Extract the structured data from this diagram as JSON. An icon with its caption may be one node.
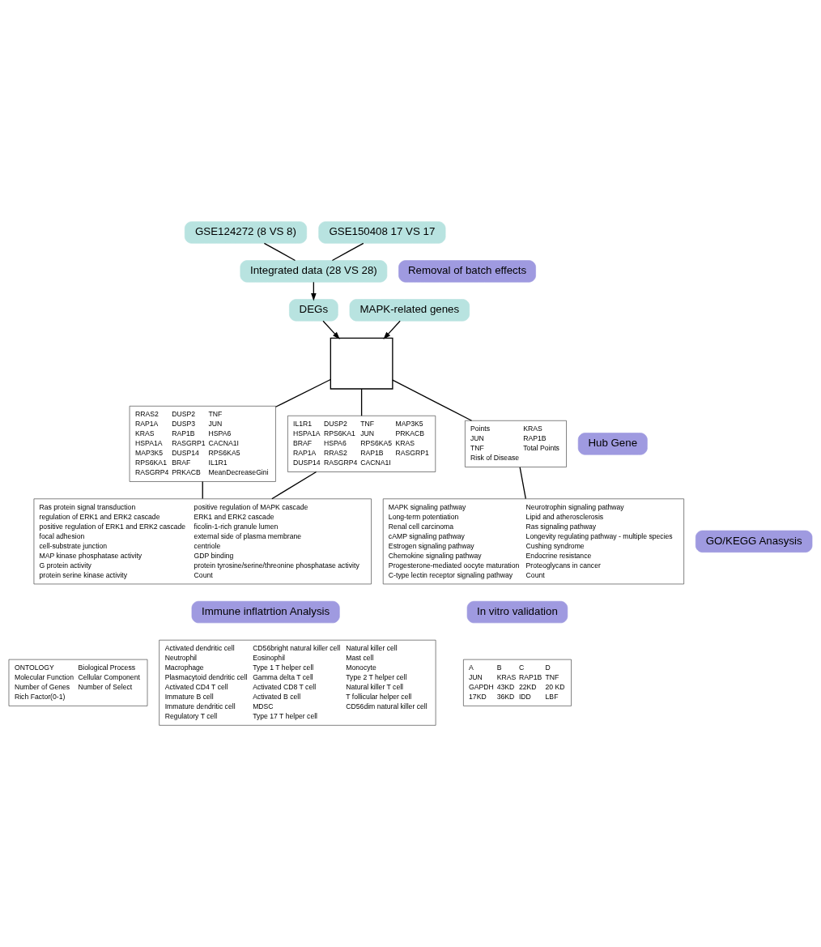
{
  "diagram": {
    "nodes": [
      {
        "text": [
          "GSE124272 (8 VS 8)"
        ]
      },
      {
        "text": [
          "GSE150408 17 VS 17"
        ]
      },
      {
        "text": [
          "Removal of batch effects"
        ]
      },
      {
        "text": [
          "Integrated data (28 VS 28)"
        ]
      },
      {
        "text": [
          "DEGs"
        ]
      },
      {
        "text": [
          "MAPK-related genes"
        ]
      },
      {
        "text": [],
        "shape": "box"
      },
      {
        "text": [
          "Hub Gene"
        ]
      },
      {
        "text": [
          "RRAS2",
          "DUSP2",
          "TNF",
          "RAP1A",
          "DUSP3",
          "JUN",
          "KRAS",
          "RAP1B",
          "HSPA6",
          "HSPA1A",
          "RASGRP1",
          "CACNA1I",
          "MAP3K5",
          "DUSP14",
          "RPS6KA5",
          "RPS6KA1",
          "BRAF",
          "IL1R1",
          "RASGRP4",
          "PRKACB",
          "MeanDecreaseGini"
        ]
      },
      {
        "text": [
          "IL1R1",
          "DUSP2",
          "TNF",
          "MAP3K5",
          "HSPA1A",
          "RPS6KA1",
          "JUN",
          "PRKACB",
          "BRAF",
          "HSPA6",
          "RPS6KA5",
          "KRAS",
          "RAP1A",
          "RRAS2",
          "RAP1B",
          "RASGRP1",
          "DUSP14",
          "RASGRP4",
          "CACNA1I"
        ]
      },
      {
        "text": [
          "Points",
          "KRAS",
          "JUN",
          "RAP1B",
          "TNF",
          "Total Points",
          "Risk of Disease"
        ]
      },
      {
        "text": [
          "GO/KEGG Anasysis"
        ]
      },
      {
        "text": [
          "Ras protein signal transduction",
          "positive regulation of MAPK cascade",
          "regulation of ERK1 and ERK2 cascade",
          "ERK1 and ERK2 cascade",
          "positive regulation of ERK1 and ERK2 cascade",
          "ficolin-1-rich granule lumen",
          "focal adhesion",
          "external side of plasma membrane",
          "cell-substrate junction",
          "centriole",
          "MAP kinase phosphatase activity",
          "GDP binding",
          "G protein activity",
          "protein tyrosine/serine/threonine phosphatase activity",
          "protein serine kinase activity",
          "Count"
        ]
      },
      {
        "text": [
          "MAPK signaling pathway",
          "Neurotrophin signaling pathway",
          "Long-term potentiation",
          "Lipid and atherosclerosis",
          "Renal cell carcinoma",
          "Ras signaling pathway",
          "cAMP signaling pathway",
          "Longevity regulating pathway - multiple species",
          "Estrogen signaling pathway",
          "Cushing syndrome",
          "Chemokine signaling pathway",
          "Endocrine resistance",
          "Progesterone-mediated oocyte maturation",
          "Proteoglycans in cancer",
          "C-type lectin receptor signaling pathway",
          "Count"
        ]
      },
      {
        "text": [
          "Immune inflatrtion Analysis"
        ]
      },
      {
        "text": [
          "In vitro validation"
        ]
      },
      {
        "text": [
          "ONTOLOGY",
          "Biological Process",
          "Molecular Function",
          "Cellular Component",
          "Number of Genes",
          "Number of Select",
          "Rich Factor(0-1)"
        ]
      },
      {
        "text": [
          "Activated dendritic cell",
          "CD56bright natural killer cell",
          "Natural killer cell",
          "Neutrophil",
          "Eosinophil",
          "Mast cell",
          "Macrophage",
          "Type 1 T helper cell",
          "Monocyte",
          "Plasmacytoid dendritic cell",
          "Gamma delta T cell",
          "Type 2 T helper cell",
          "Activated CD4 T cell",
          "Activated CD8 T cell",
          "Natural killer T cell",
          "Immature B cell",
          "Activated B cell",
          "T follicular helper cell",
          "Immature dendritic cell",
          "MDSC",
          "CD56dim natural killer cell",
          "Regulatory T cell",
          "Type 17 T helper cell"
        ]
      },
      {
        "text": [
          "A",
          "B",
          "C",
          "D",
          "JUN",
          "KRAS",
          "RAP1B",
          "TNF",
          "GAPDH",
          "43KD",
          "22KD",
          "20 KD",
          "17KD",
          "36KD",
          "IDD",
          "LBF"
        ]
      }
    ],
    "edges": [
      {
        "from": 0,
        "to": 3,
        "arrow": "none"
      },
      {
        "from": 1,
        "to": 3,
        "arrow": "none"
      },
      {
        "from": 3,
        "to": 4,
        "arrow": "to"
      },
      {
        "from": 4,
        "to": 6,
        "arrow": "to"
      },
      {
        "from": 5,
        "to": 6,
        "arrow": "to"
      },
      {
        "from": 6,
        "to": 8,
        "arrow": "none"
      },
      {
        "from": 6,
        "to": 9,
        "arrow": "none"
      },
      {
        "from": 6,
        "to": 10,
        "arrow": "none"
      },
      {
        "from": 8,
        "to": 12,
        "arrow": "none"
      },
      {
        "from": 9,
        "to": 12,
        "arrow": "none"
      },
      {
        "from": 10,
        "to": 13,
        "arrow": "none"
      }
    ]
  }
}
